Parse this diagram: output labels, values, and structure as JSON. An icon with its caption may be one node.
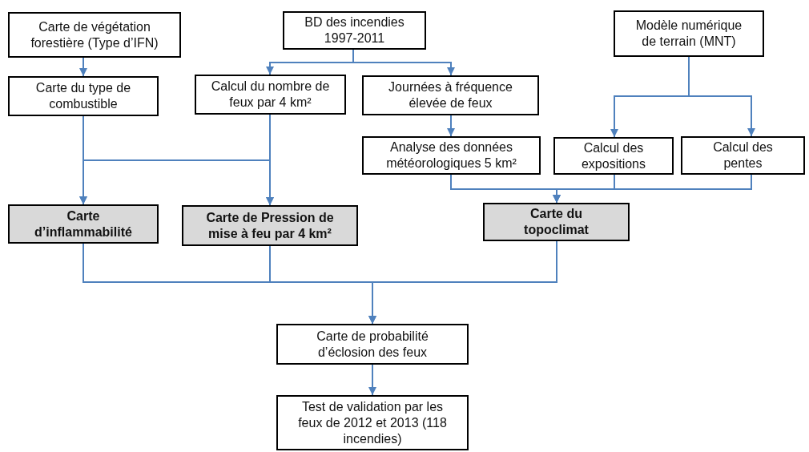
{
  "diagram": {
    "nodes": [
      {
        "text": [
          "Carte de végétation forestière (Type d’IFN)"
        ]
      },
      {
        "text": [
          "BD des incendies 1997-2011"
        ]
      },
      {
        "text": [
          "Modèle numérique de terrain (MNT)"
        ]
      },
      {
        "text": [
          "Carte du type de combustible"
        ]
      },
      {
        "text": [
          "Calcul du nombre de feux par 4 km²"
        ]
      },
      {
        "text": [
          "Journées à fréquence élevée de feux"
        ]
      },
      {
        "text": [
          "Analyse des données météorologiques 5 km²"
        ]
      },
      {
        "text": [
          "Calcul des expositions"
        ]
      },
      {
        "text": [
          "Calcul des pentes"
        ]
      },
      {
        "text": [
          "Carte d’inflammabilité"
        ]
      },
      {
        "text": [
          "Carte de Pression de mise à feu par 4 km²"
        ]
      },
      {
        "text": [
          "Carte du topoclimat"
        ]
      },
      {
        "text": [
          "Carte de probabilité d’éclosion des feux"
        ]
      },
      {
        "text": [
          "Test de validation par les feux de 2012 et 2013 (118 incendies)"
        ]
      }
    ],
    "edges": [
      {
        "from": 0,
        "to": 3,
        "arrow": "to"
      },
      {
        "from": 1,
        "to": 4,
        "arrow": "to"
      },
      {
        "from": 1,
        "to": 5,
        "arrow": "to"
      },
      {
        "from": 5,
        "to": 6,
        "arrow": "to"
      },
      {
        "from": 2,
        "to": 7,
        "arrow": "to"
      },
      {
        "from": 2,
        "to": 8,
        "arrow": "to"
      },
      {
        "from": 3,
        "to": 9,
        "arrow": "to"
      },
      {
        "from": 3,
        "to": 10,
        "arrow": "to"
      },
      {
        "from": 4,
        "to": 9,
        "arrow": "to"
      },
      {
        "from": 4,
        "to": 10,
        "arrow": "to"
      },
      {
        "from": 6,
        "to": 11,
        "arrow": "to"
      },
      {
        "from": 7,
        "to": 11,
        "arrow": "to"
      },
      {
        "from": 8,
        "to": 11,
        "arrow": "to"
      },
      {
        "from": 9,
        "to": 12,
        "arrow": "to"
      },
      {
        "from": 10,
        "to": 12,
        "arrow": "to"
      },
      {
        "from": 11,
        "to": 12,
        "arrow": "to"
      },
      {
        "from": 12,
        "to": 13,
        "arrow": "to"
      }
    ]
  }
}
